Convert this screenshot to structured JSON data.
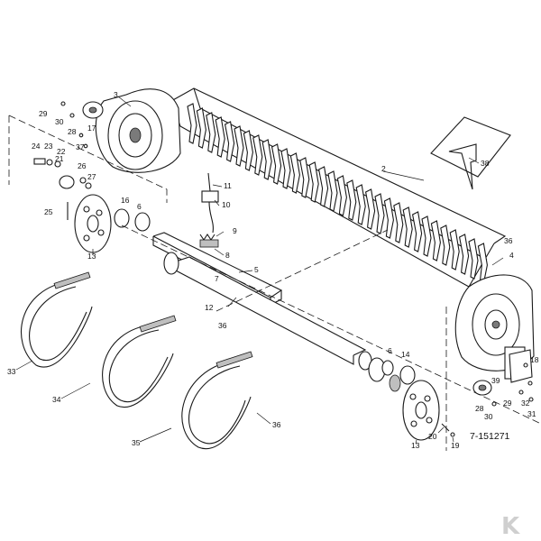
{
  "drawing": {
    "reference_number": "7-151271",
    "logo_letter": "K",
    "logo_color": "#cfcfcf"
  },
  "callouts": {
    "c2": "2",
    "c3": "3",
    "c4": "4",
    "c5": "5",
    "c6a": "6",
    "c6b": "6",
    "c7": "7",
    "c8": "8",
    "c9": "9",
    "c10": "10",
    "c11": "11",
    "c12": "12",
    "c13a": "13",
    "c13b": "13",
    "c14": "14",
    "c16": "16",
    "c17": "17",
    "c18": "18",
    "c19": "19",
    "c20": "20",
    "c21": "21",
    "c22": "22",
    "c23": "23",
    "c24": "24",
    "c25": "25",
    "c26": "26",
    "c27": "27",
    "c28a": "28",
    "c28b": "28",
    "c29a": "29",
    "c29b": "29",
    "c30a": "30",
    "c30b": "30",
    "c31": "31",
    "c32": "32",
    "c33": "33",
    "c34": "34",
    "c35": "35",
    "c36a": "36",
    "c36b": "36",
    "c36c": "36",
    "c37": "37",
    "c38": "38",
    "c39": "39"
  }
}
